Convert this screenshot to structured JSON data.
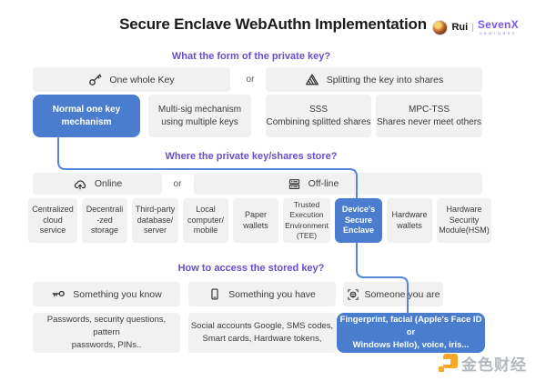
{
  "title": "Secure Enclave WebAuthn Implementation",
  "logo": {
    "author": "Rui",
    "separator": "|",
    "brand": "SevenX",
    "brand_sub": "VENTURES"
  },
  "colors": {
    "accent_blue": "#4a7dcd",
    "accent_purple": "#6a4ec9",
    "box_gray": "#f1f1f2",
    "connector_blue": "#5585d6",
    "watermark_orange": "#f9a825",
    "watermark_gray": "#b4b9c0"
  },
  "sections": {
    "form": {
      "question": "What the form of the private key?",
      "or_label": "or",
      "options": [
        {
          "icon": "key-icon",
          "label": "One whole Key"
        },
        {
          "icon": "split-triangle-icon",
          "label": "Splitting the key into shares"
        }
      ],
      "children": [
        {
          "label": "Normal one key\nmechanism",
          "highlighted": true
        },
        {
          "label": "Multi-sig mechanism\nusing multiple keys",
          "highlighted": false
        },
        {
          "label": "SSS\nCombining splitted shares",
          "highlighted": false
        },
        {
          "label": "MPC-TSS\nShares never meet others",
          "highlighted": false
        }
      ]
    },
    "store": {
      "question": "Where the private key/shares store?",
      "or_label": "or",
      "options": [
        {
          "icon": "cloud-upload-icon",
          "label": "Online"
        },
        {
          "icon": "server-stack-icon",
          "label": "Off-line"
        }
      ],
      "children": [
        {
          "label": "Centralized\ncloud\nservice",
          "highlighted": false
        },
        {
          "label": "Decentrali\n-zed\nstorage",
          "highlighted": false
        },
        {
          "label": "Third-party\ndatabase/\nserver",
          "highlighted": false
        },
        {
          "label": "Local\ncomputer/\nmobile",
          "highlighted": false
        },
        {
          "label": "Paper\nwallets",
          "highlighted": false
        },
        {
          "label": "Trusted\nExecution\nEnvironment\n(TEE)",
          "highlighted": false
        },
        {
          "label": "Device's\nSecure\nEnclave",
          "highlighted": true
        },
        {
          "label": "Hardware\nwallets",
          "highlighted": false
        },
        {
          "label": "Hardware\nSecurity\nModule(HSM)",
          "highlighted": false
        }
      ]
    },
    "access": {
      "question": "How to access the stored key?",
      "options": [
        {
          "icon": "key-left-icon",
          "label": "Something you know"
        },
        {
          "icon": "smartphone-icon",
          "label": "Something you have"
        },
        {
          "icon": "face-scan-icon",
          "label": "Someone you are"
        }
      ],
      "children": [
        {
          "label": "Passwords, security questions, pattern\npasswords, PINs..",
          "highlighted": false
        },
        {
          "label": "Social accounts Google, SMS codes,\nSmart cards, Hardware tokens,",
          "highlighted": false
        },
        {
          "label": "Fingerprint, facial (Apple's Face ID or\nWindows Hello), voice, iris...",
          "highlighted": true
        }
      ]
    }
  },
  "watermark": {
    "text": "金色财经"
  }
}
